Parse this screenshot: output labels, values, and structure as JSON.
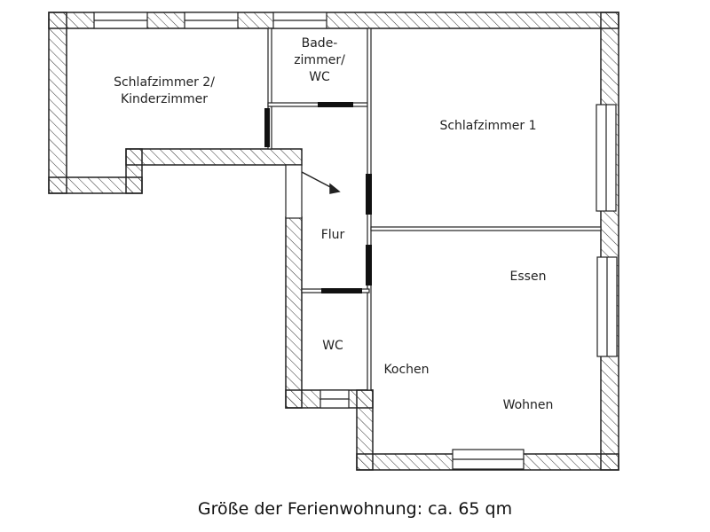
{
  "floorplan": {
    "rooms": [
      {
        "id": "schlafzimmer2",
        "label_line1": "Schlafzimmer 2/",
        "label_line2": "Kinderzimmer"
      },
      {
        "id": "badezimmer",
        "label_line1": "Bade-",
        "label_line2": "zimmer/",
        "label_line3": "WC"
      },
      {
        "id": "schlafzimmer1",
        "label": "Schlafzimmer 1"
      },
      {
        "id": "flur",
        "label": "Flur"
      },
      {
        "id": "wc",
        "label": "WC"
      },
      {
        "id": "essen",
        "label": "Essen"
      },
      {
        "id": "kochen",
        "label": "Kochen"
      },
      {
        "id": "wohnen",
        "label": "Wohnen"
      }
    ],
    "caption": "Größe der Ferienwohnung: ca. 65 qm",
    "colors": {
      "wall_line": "#222222",
      "hatch": "#333333",
      "background": "#ffffff"
    }
  }
}
